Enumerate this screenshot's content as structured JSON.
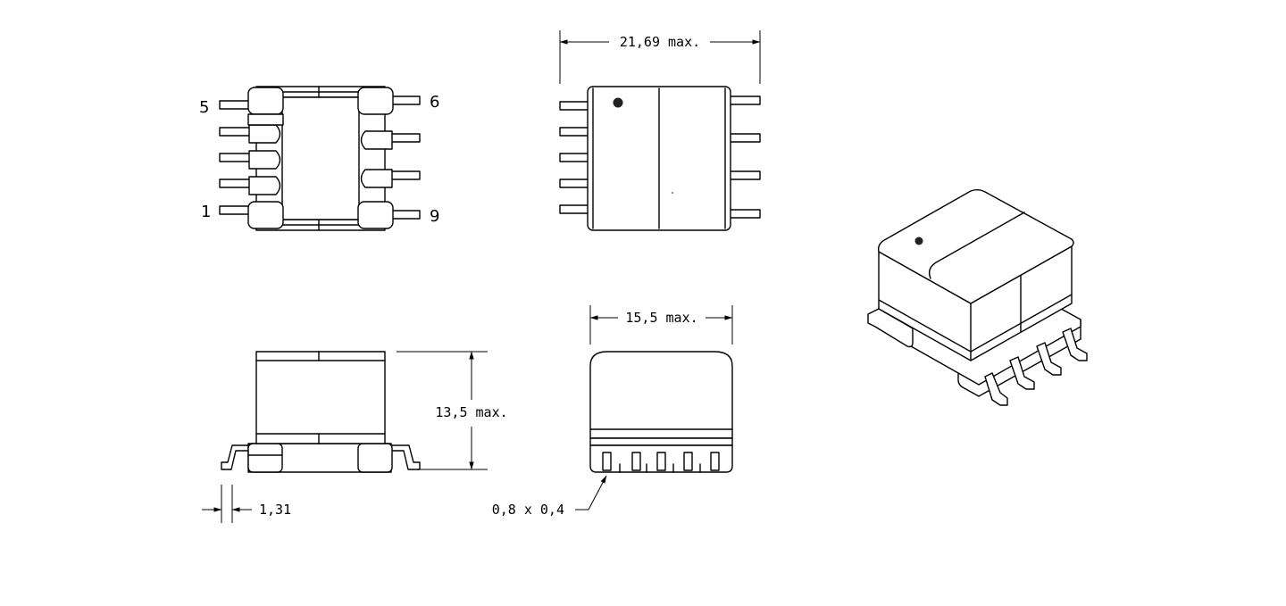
{
  "drawing": {
    "top_view": {
      "pin_labels": {
        "top_left": "5",
        "bottom_left": "1",
        "top_right": "6",
        "bottom_right": "9"
      }
    },
    "dimensions": {
      "length": "21,69 max.",
      "width": "15,5 max.",
      "height": "13,5 max.",
      "pin_pitch_offset": "1,31",
      "pin_section": "0,8 x 0,4"
    }
  }
}
